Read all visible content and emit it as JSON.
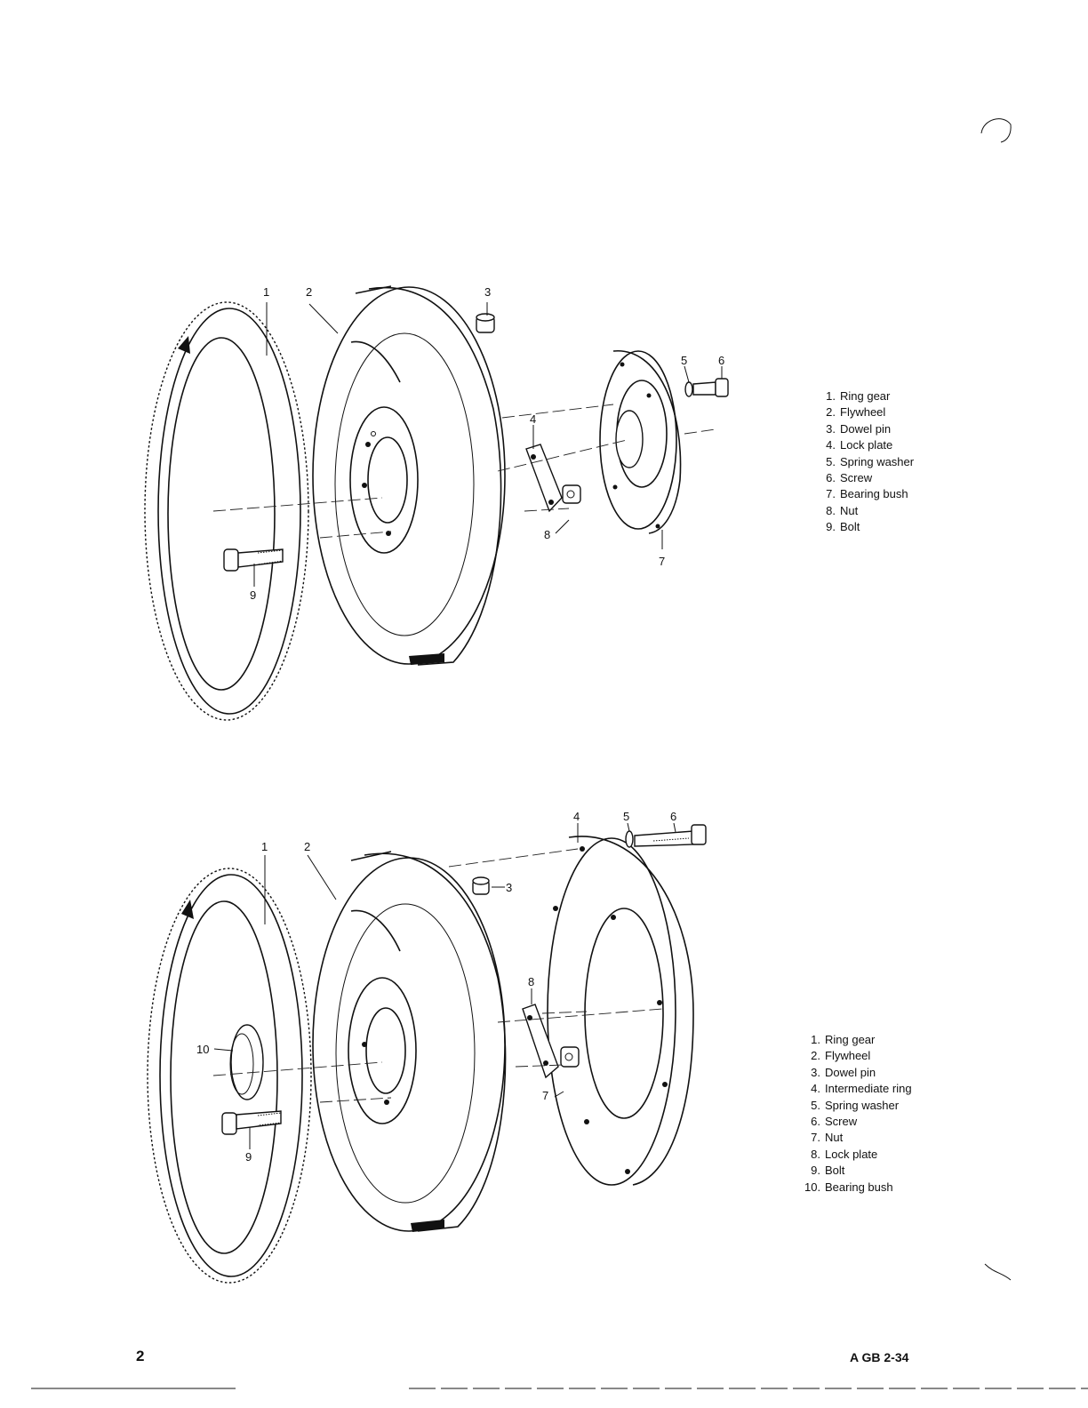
{
  "diagrams": [
    {
      "callouts": [
        "1",
        "2",
        "3",
        "4",
        "5",
        "6",
        "7",
        "8",
        "9"
      ],
      "legend": [
        {
          "num": "1.",
          "label": "Ring gear"
        },
        {
          "num": "2.",
          "label": "Flywheel"
        },
        {
          "num": "3.",
          "label": "Dowel pin"
        },
        {
          "num": "4.",
          "label": "Lock plate"
        },
        {
          "num": "5.",
          "label": "Spring washer"
        },
        {
          "num": "6.",
          "label": "Screw"
        },
        {
          "num": "7.",
          "label": "Bearing bush"
        },
        {
          "num": "8.",
          "label": "Nut"
        },
        {
          "num": "9.",
          "label": "Bolt"
        }
      ]
    },
    {
      "callouts": [
        "1",
        "2",
        "3",
        "4",
        "5",
        "6",
        "7",
        "8",
        "9",
        "10"
      ],
      "legend": [
        {
          "num": "1.",
          "label": "Ring gear"
        },
        {
          "num": "2.",
          "label": "Flywheel"
        },
        {
          "num": "3.",
          "label": "Dowel pin"
        },
        {
          "num": "4.",
          "label": "Intermediate ring"
        },
        {
          "num": "5.",
          "label": "Spring washer"
        },
        {
          "num": "6.",
          "label": "Screw"
        },
        {
          "num": "7.",
          "label": "Nut"
        },
        {
          "num": "8.",
          "label": "Lock plate"
        },
        {
          "num": "9.",
          "label": "Bolt"
        },
        {
          "num": "10.",
          "label": "Bearing bush"
        }
      ]
    }
  ],
  "footer": {
    "page_number": "2",
    "doc_code": "A GB 2-34"
  }
}
